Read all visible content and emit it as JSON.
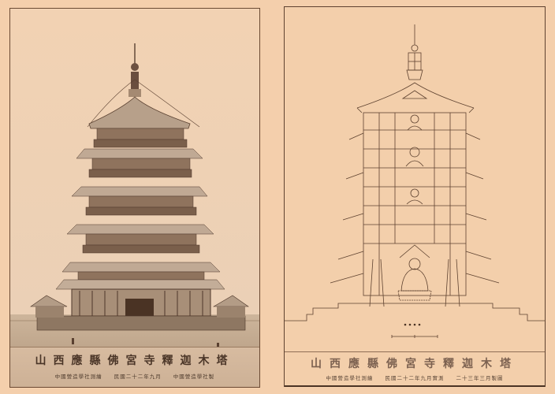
{
  "page": {
    "background": "#f4cfac",
    "subject": "Wooden Pagoda of Fogong Temple, Ying County, Shanxi"
  },
  "plates": [
    {
      "id": "left",
      "view": "perspective elevation",
      "title": "山西應縣佛宮寺釋迦木塔",
      "subcaption": "中國營造學社測繪 民國二十二年九月 中國營造學社製",
      "ink_color": "#5a4030",
      "paper_color": "#f1d0b0"
    },
    {
      "id": "right",
      "view": "sectional elevation",
      "title": "山西應縣佛宮寺釋迦木塔",
      "subcaption": "中國營造學社測繪 民國二十二年九月實測 二十三年三月製圖",
      "scale_marker": "• • • •",
      "ink_color": "#5e4230",
      "paper_color": "#f3cfab"
    }
  ]
}
